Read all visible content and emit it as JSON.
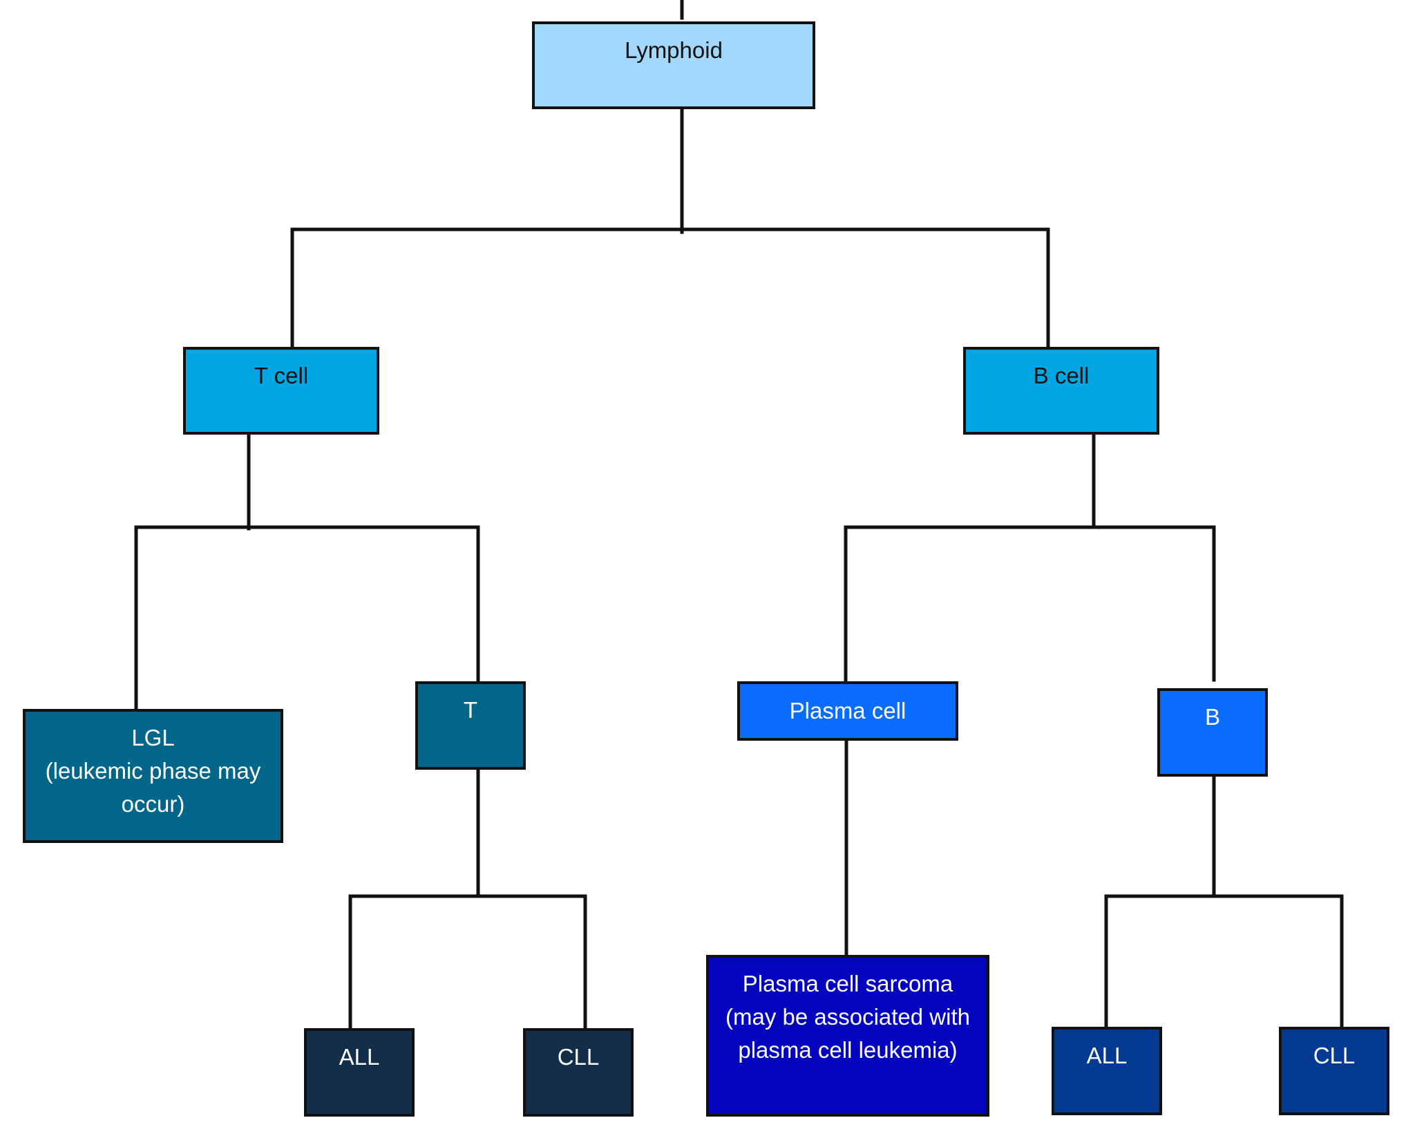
{
  "nodes": {
    "lymphoid": {
      "lines": [
        "Lymphoid"
      ],
      "color": "#a3d8fd"
    },
    "t_cell": {
      "lines": [
        "T cell"
      ],
      "color": "#02a6e2"
    },
    "b_cell": {
      "lines": [
        "B cell"
      ],
      "color": "#02a6e2"
    },
    "lgl": {
      "lines": [
        "LGL",
        "(leukemic phase may",
        "occur)"
      ],
      "color": "#02668a"
    },
    "t": {
      "lines": [
        "T"
      ],
      "color": "#02668a"
    },
    "plasma_cell": {
      "lines": [
        "Plasma cell"
      ],
      "color": "#0a6cfc"
    },
    "b": {
      "lines": [
        "B"
      ],
      "color": "#0a6cfc"
    },
    "t_all": {
      "lines": [
        "ALL"
      ],
      "color": "#122e49"
    },
    "t_cll": {
      "lines": [
        "CLL"
      ],
      "color": "#122e49"
    },
    "plasma_cell_sarcoma": {
      "lines": [
        "Plasma cell sarcoma",
        "(may be associated with",
        "plasma cell leukemia)"
      ],
      "color": "#0404bf"
    },
    "b_all": {
      "lines": [
        "ALL"
      ],
      "color": "#043a92"
    },
    "b_cll": {
      "lines": [
        "CLL"
      ],
      "color": "#043a92"
    }
  }
}
